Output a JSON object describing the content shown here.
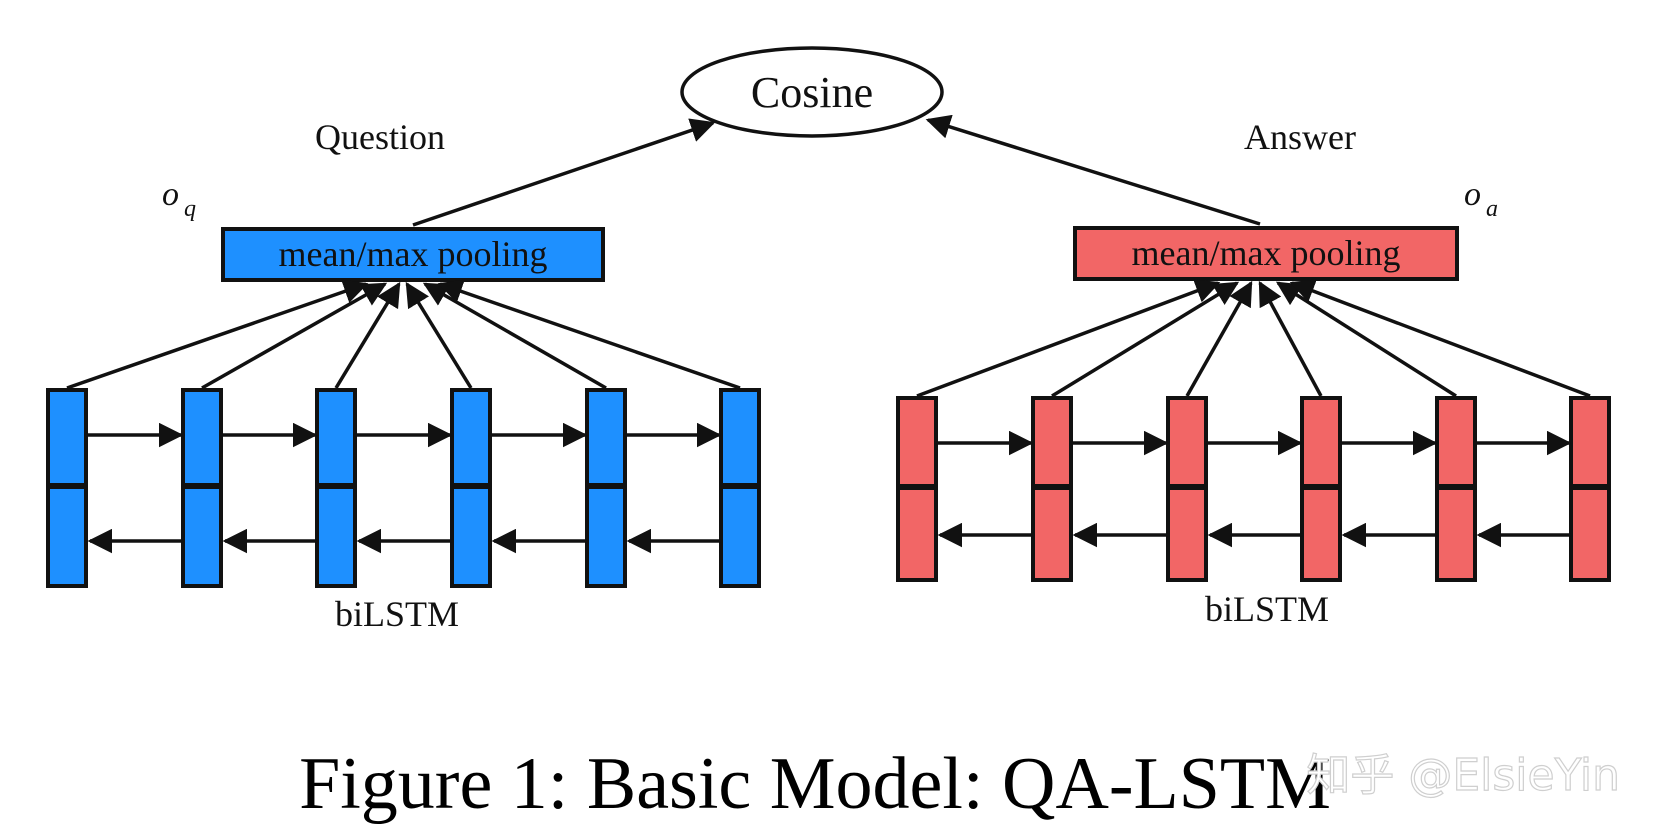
{
  "diagram": {
    "cosine_label": "Cosine",
    "question_label": "Question",
    "answer_label": "Answer",
    "oq_label": "o",
    "oq_sub": "q",
    "oa_label": "o",
    "oa_sub": "a",
    "question_pool_label": "mean/max pooling",
    "answer_pool_label": "mean/max pooling",
    "question_lstm_label": "biLSTM",
    "answer_lstm_label": "biLSTM",
    "question_cells": 6,
    "answer_cells": 6
  },
  "caption": "Figure 1: Basic Model: QA-LSTM",
  "watermark": "知乎 @ElsieYin",
  "colors": {
    "question": "#1e90ff",
    "answer": "#f26666",
    "stroke": "#111111"
  }
}
